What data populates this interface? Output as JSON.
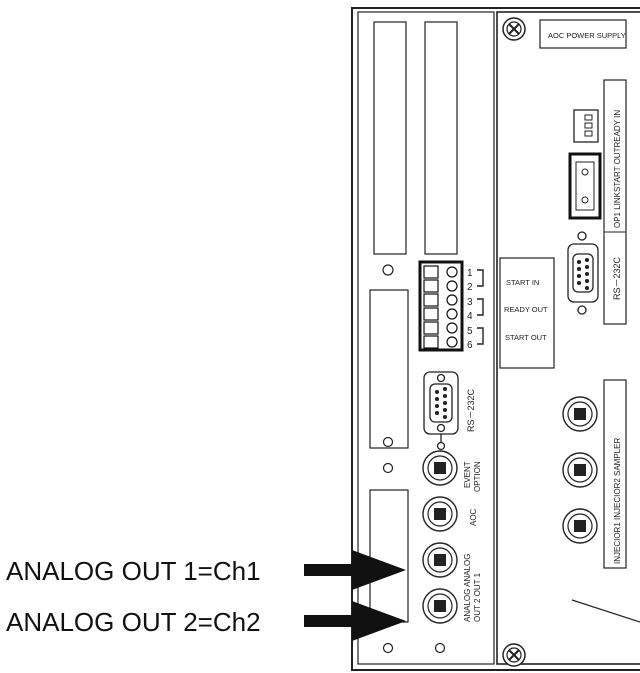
{
  "callouts": {
    "analog_out_1": "ANALOG OUT 1=Ch1",
    "analog_out_2": "ANALOG OUT 2=Ch2"
  },
  "left_panel": {
    "terminal_numbers": [
      "1",
      "2",
      "3",
      "4",
      "5",
      "6"
    ],
    "start_in": "START IN",
    "ready_out": "READY OUT",
    "start_out": "START OUT",
    "rs232c": "RS－232C",
    "event": "EVENT",
    "option": "OPTION",
    "aoc": "AOC",
    "analog_analog": "ANALOG ANALOG",
    "out2_out1": "OUT 2  OUT 1"
  },
  "right_panel": {
    "power_supply": "AOC POWER SUPPLY",
    "op1_link": "OP1 LINKSTART  OUTREADY IN",
    "rs232c": "RS－232C",
    "injector_sampler": "INJECIOR1  INJECIOR2  SAMPLER"
  },
  "colors": {
    "line": "#222222",
    "arrow": "#111111",
    "panel_fill": "#ffffff"
  }
}
